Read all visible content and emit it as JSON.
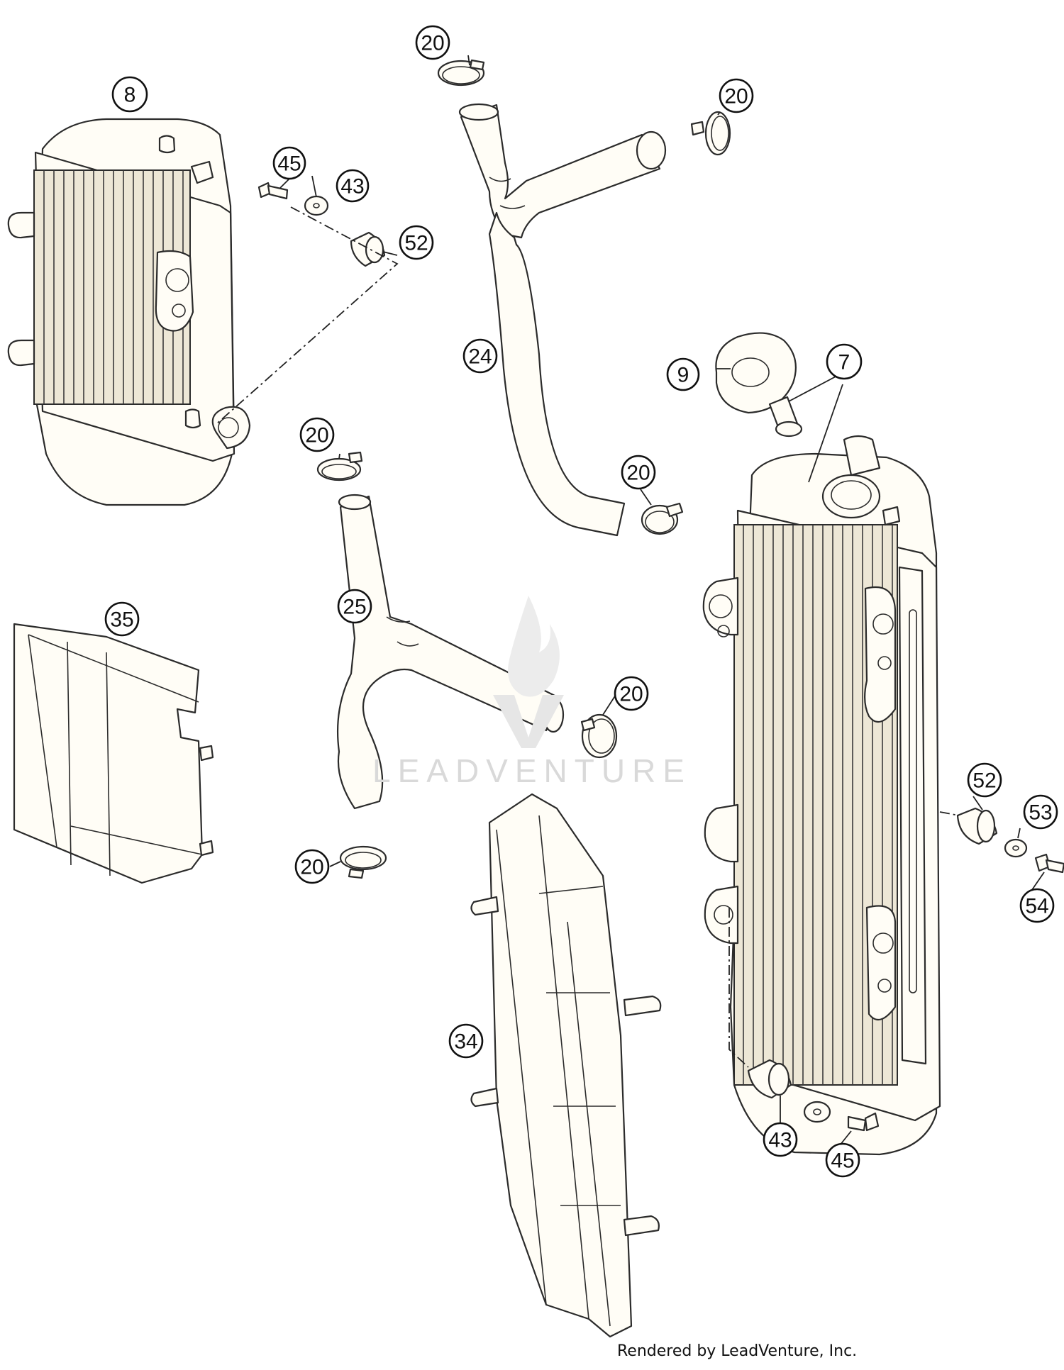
{
  "callouts": [
    {
      "label": "8"
    },
    {
      "label": "45"
    },
    {
      "label": "43"
    },
    {
      "label": "52"
    },
    {
      "label": "20"
    },
    {
      "label": "20"
    },
    {
      "label": "24"
    },
    {
      "label": "9"
    },
    {
      "label": "7"
    },
    {
      "label": "20"
    },
    {
      "label": "20"
    },
    {
      "label": "25"
    },
    {
      "label": "35"
    },
    {
      "label": "20"
    },
    {
      "label": "20"
    },
    {
      "label": "52"
    },
    {
      "label": "53"
    },
    {
      "label": "54"
    },
    {
      "label": "34"
    },
    {
      "label": "43"
    },
    {
      "label": "45"
    }
  ],
  "watermark": {
    "text": "LEADVENTURE"
  },
  "credit": {
    "text": "Rendered by LeadVenture, Inc."
  }
}
